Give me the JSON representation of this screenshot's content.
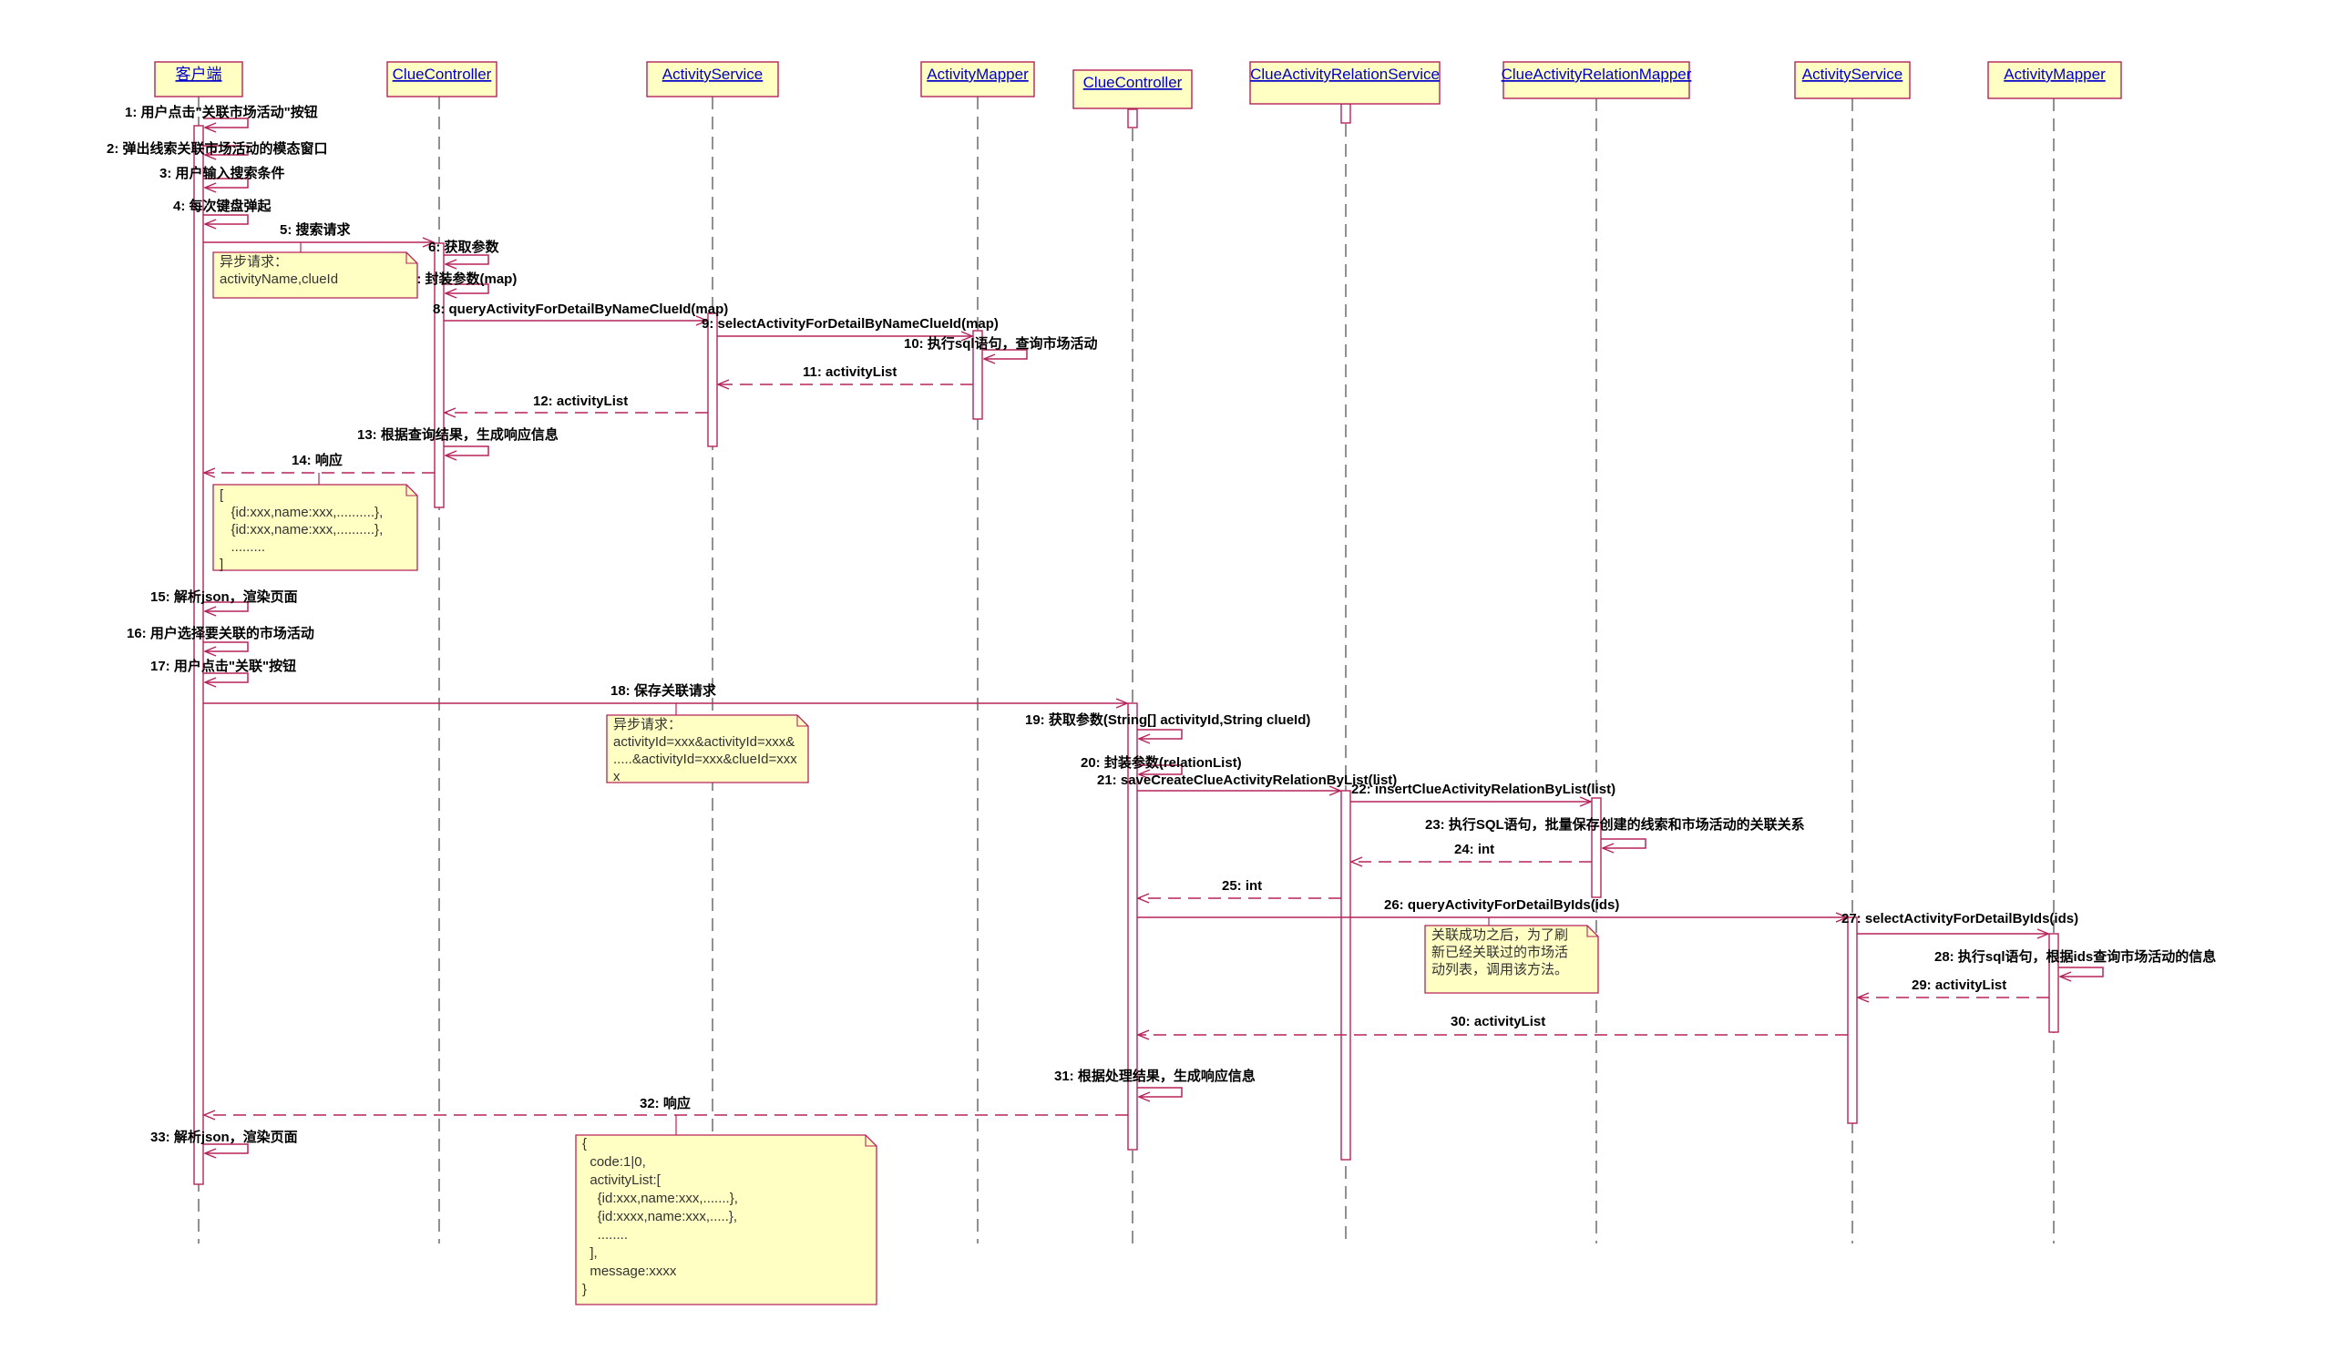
{
  "colors": {
    "box_fill": "#ffffc4",
    "box_stroke": "#b5235a",
    "line": "#b5235a",
    "lifeline": "#555555",
    "label_link": "#0000cc"
  },
  "participants": [
    {
      "id": "client",
      "label": "客户端"
    },
    {
      "id": "cc1",
      "label": "ClueController"
    },
    {
      "id": "as1",
      "label": "ActivityService"
    },
    {
      "id": "am1",
      "label": "ActivityMapper"
    },
    {
      "id": "cc2",
      "label": "ClueController"
    },
    {
      "id": "cars",
      "label": "ClueActivityRelationService"
    },
    {
      "id": "carm",
      "label": "ClueActivityRelationMapper"
    },
    {
      "id": "as2",
      "label": "ActivityService"
    },
    {
      "id": "am2",
      "label": "ActivityMapper"
    }
  ],
  "messages": [
    {
      "label": "1: 用户点击\"关联市场活动\"按钮",
      "from": "client",
      "to": "client",
      "style": "self"
    },
    {
      "label": "2: 弹出线索关联市场活动的模态窗口",
      "from": "client",
      "to": "client",
      "style": "self"
    },
    {
      "label": "3: 用户输入搜索条件",
      "from": "client",
      "to": "client",
      "style": "self"
    },
    {
      "label": "4: 每次键盘弹起",
      "from": "client",
      "to": "client",
      "style": "self"
    },
    {
      "label": "5: 搜索请求",
      "from": "client",
      "to": "cc1",
      "style": "sync"
    },
    {
      "label": "6: 获取参数",
      "from": "cc1",
      "to": "cc1",
      "style": "self"
    },
    {
      "label": "7: 封装参数(map)",
      "from": "cc1",
      "to": "cc1",
      "style": "self"
    },
    {
      "label": "8: queryActivityForDetailByNameClueId(map)",
      "from": "cc1",
      "to": "as1",
      "style": "sync"
    },
    {
      "label": "9: selectActivityForDetailByNameClueId(map)",
      "from": "as1",
      "to": "am1",
      "style": "sync"
    },
    {
      "label": "10: 执行sql语句，查询市场活动",
      "from": "am1",
      "to": "am1",
      "style": "self"
    },
    {
      "label": "11: activityList",
      "from": "am1",
      "to": "as1",
      "style": "return"
    },
    {
      "label": "12: activityList",
      "from": "as1",
      "to": "cc1",
      "style": "return"
    },
    {
      "label": "13: 根据查询结果，生成响应信息",
      "from": "cc1",
      "to": "cc1",
      "style": "self"
    },
    {
      "label": "14: 响应",
      "from": "cc1",
      "to": "client",
      "style": "return"
    },
    {
      "label": "15: 解析json，渲染页面",
      "from": "client",
      "to": "client",
      "style": "self"
    },
    {
      "label": "16: 用户选择要关联的市场活动",
      "from": "client",
      "to": "client",
      "style": "self"
    },
    {
      "label": "17: 用户点击\"关联\"按钮",
      "from": "client",
      "to": "client",
      "style": "self"
    },
    {
      "label": "18: 保存关联请求",
      "from": "client",
      "to": "cc2",
      "style": "sync"
    },
    {
      "label": "19: 获取参数(String[] activityId,String clueId)",
      "from": "cc2",
      "to": "cc2",
      "style": "self"
    },
    {
      "label": "20: 封装参数(relationList)",
      "from": "cc2",
      "to": "cc2",
      "style": "self"
    },
    {
      "label": "21: saveCreateClueActivityRelationByList(list)",
      "from": "cc2",
      "to": "cars",
      "style": "sync"
    },
    {
      "label": "22: insertClueActivityRelationByList(list)",
      "from": "cars",
      "to": "carm",
      "style": "sync"
    },
    {
      "label": "23: 执行SQL语句，批量保存创建的线索和市场活动的关联关系",
      "from": "carm",
      "to": "carm",
      "style": "self"
    },
    {
      "label": "24: int",
      "from": "carm",
      "to": "cars",
      "style": "return"
    },
    {
      "label": "25: int",
      "from": "cars",
      "to": "cc2",
      "style": "return"
    },
    {
      "label": "26: queryActivityForDetailByIds(ids)",
      "from": "cc2",
      "to": "as2",
      "style": "sync"
    },
    {
      "label": "27: selectActivityForDetailByIds(ids)",
      "from": "as2",
      "to": "am2",
      "style": "sync"
    },
    {
      "label": "28: 执行sql语句，根据ids查询市场活动的信息",
      "from": "am2",
      "to": "am2",
      "style": "self"
    },
    {
      "label": "29: activityList",
      "from": "am2",
      "to": "as2",
      "style": "return"
    },
    {
      "label": "30: activityList",
      "from": "as2",
      "to": "cc2",
      "style": "return"
    },
    {
      "label": "31: 根据处理结果，生成响应信息",
      "from": "cc2",
      "to": "cc2",
      "style": "self"
    },
    {
      "label": "32: 响应",
      "from": "cc2",
      "to": "client",
      "style": "return"
    },
    {
      "label": "33: 解析json，渲染页面",
      "from": "client",
      "to": "client",
      "style": "self"
    }
  ],
  "notes": [
    {
      "id": "note-async-1",
      "lines": [
        "异步请求：",
        "activityName,clueId"
      ]
    },
    {
      "id": "note-response-1",
      "lines": [
        "[",
        "   {id:xxx,name:xxx,..........},",
        "   {id:xxx,name:xxx,..........},",
        "   .........",
        "]"
      ]
    },
    {
      "id": "note-async-2",
      "lines": [
        "异步请求：",
        "activityId=xxx&activityId=xxx&",
        ".....&activityId=xxx&clueId=xxx",
        "x"
      ]
    },
    {
      "id": "note-refresh",
      "lines": [
        "关联成功之后，为了刷",
        "新已经关联过的市场活",
        "动列表，调用该方法。"
      ]
    },
    {
      "id": "note-response-2",
      "lines": [
        "{",
        "  code:1|0,",
        "  activityList:[",
        "    {id:xxx,name:xxx,.......},",
        "    {id:xxxx,name:xxx,.....},",
        "    ........",
        "  ],",
        "  message:xxxx",
        "}"
      ]
    }
  ]
}
